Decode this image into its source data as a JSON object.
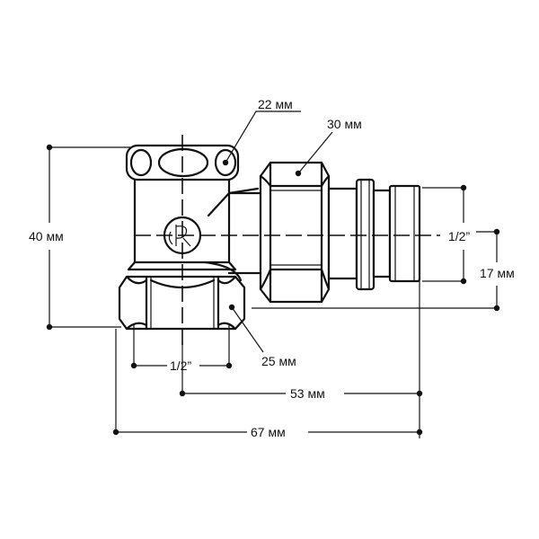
{
  "dimensions": {
    "handwheel_size": "22 мм",
    "union_nut_size": "30 мм",
    "height": "40 мм",
    "outlet_thread": "1/2”",
    "offset_height": "17 мм",
    "inlet_thread": "1/2”",
    "inlet_nut_size": "25 мм",
    "axis_to_end": "53 мм",
    "overall_length": "67 мм"
  },
  "colors": {
    "line": "#111111",
    "background": "#ffffff"
  }
}
